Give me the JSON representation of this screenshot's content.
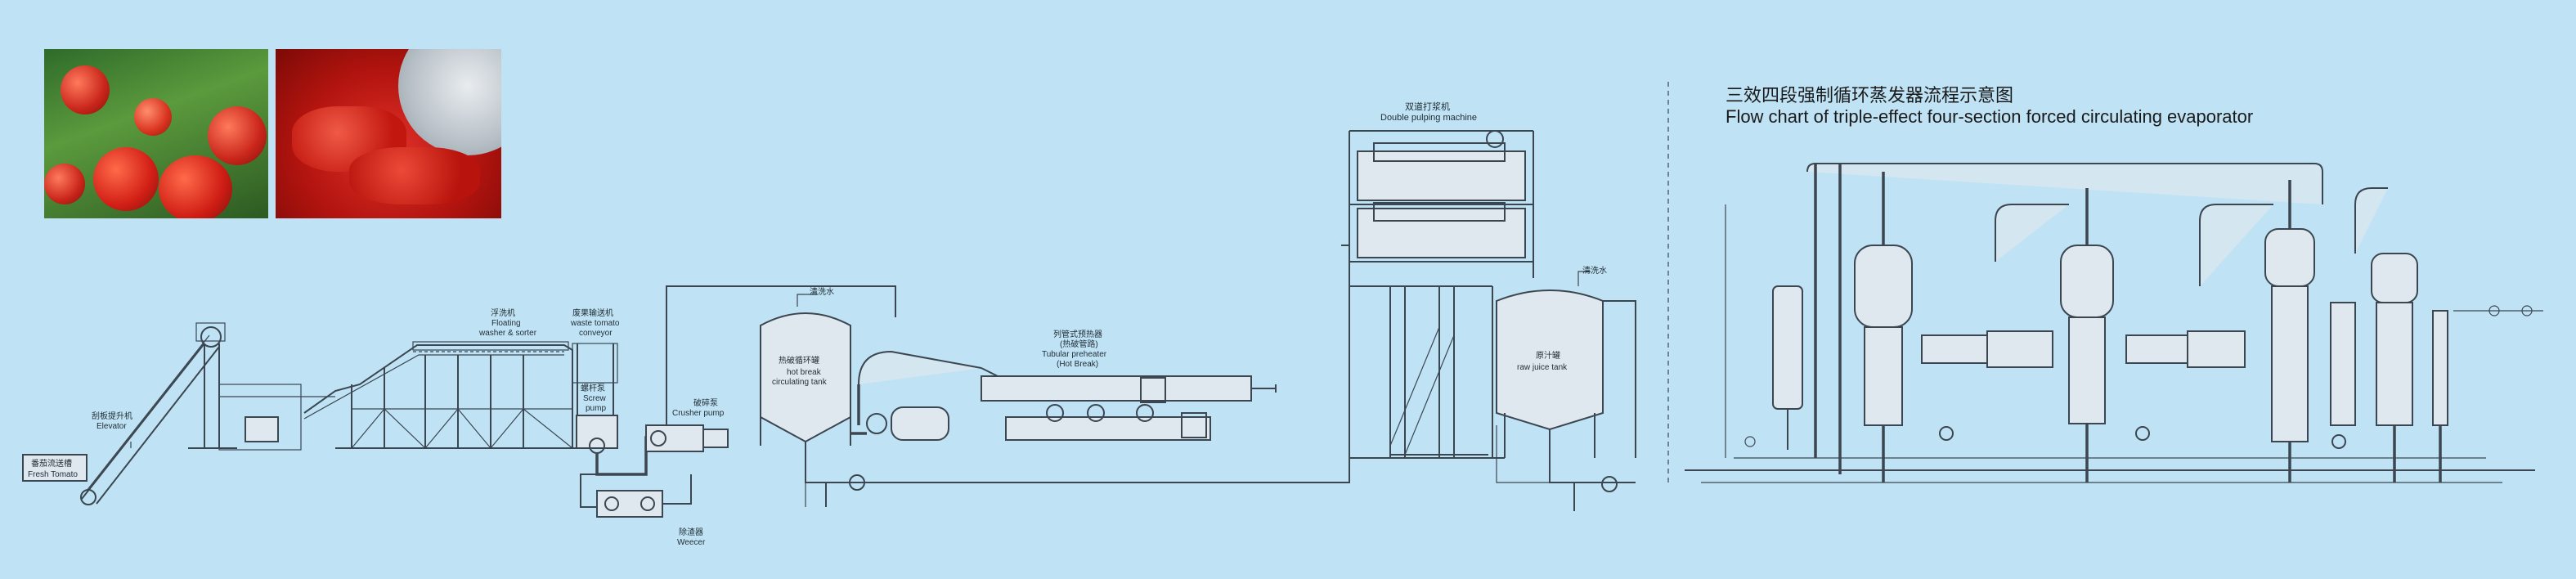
{
  "title": {
    "cn": "三效四段强制循环蒸发器流程示意图",
    "en": "Flow chart of triple-effect four-section forced circulating evaporator"
  },
  "photos": [
    {
      "name": "tomato-plant-photo",
      "desc": "tomatoes on vine"
    },
    {
      "name": "tomato-paste-photo",
      "desc": "tomato paste in can"
    }
  ],
  "labels": {
    "fresh_tomato_cn": "番茄流送槽",
    "fresh_tomato_en": "Fresh Tomato",
    "elevator_cn": "刮板提升机",
    "elevator_en": "Elevator",
    "washer_cn": "浮洗机",
    "washer_en1": "Floating",
    "washer_en2": "washer & sorter",
    "waste_cn": "废果输送机",
    "waste_en1": "waste tomato",
    "waste_en2": "conveyor",
    "screw_cn": "螺杆泵",
    "screw_en1": "Screw",
    "screw_en2": "pump",
    "crusher_cn": "破碎泵",
    "crusher_en": "Crusher pump",
    "weecer_cn": "除渣器",
    "weecer_en": "Weecer",
    "cleanwater1": "清洗水",
    "hotbreak_cn": "热破循环罐",
    "hotbreak_en1": "hot break",
    "hotbreak_en2": "circulating tank",
    "preheater_cn1": "列管式预热器",
    "preheater_cn2": "(热破管路)",
    "preheater_en1": "Tubular preheater",
    "preheater_en2": "(Hot Break)",
    "pulping_cn": "双道打浆机",
    "pulping_en": "Double pulping machine",
    "cleanwater2": "清洗水",
    "rawjuice_cn": "原汁罐",
    "rawjuice_en": "raw juice tank"
  },
  "colors": {
    "background": "#bfe3f5",
    "line": "#3b4650",
    "vessel_fill": "#dfe8ee"
  }
}
